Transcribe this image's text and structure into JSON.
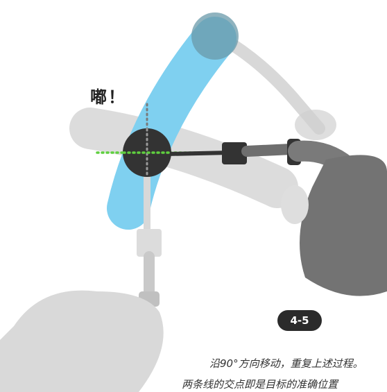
{
  "sound_effect": "嘟！",
  "figure_badge": "4-5",
  "caption": {
    "line1": "沿90°方向移动，重复上述过程。",
    "line2": "两条线的交点即是目标的准确位置"
  },
  "colors": {
    "blue_sweep": "#7fd0f0",
    "gray_sweep": "#d9d9d9",
    "target": "#333333",
    "crosshair_dots": "#5fcf3f",
    "badge_bg": "#2b2b2b"
  }
}
